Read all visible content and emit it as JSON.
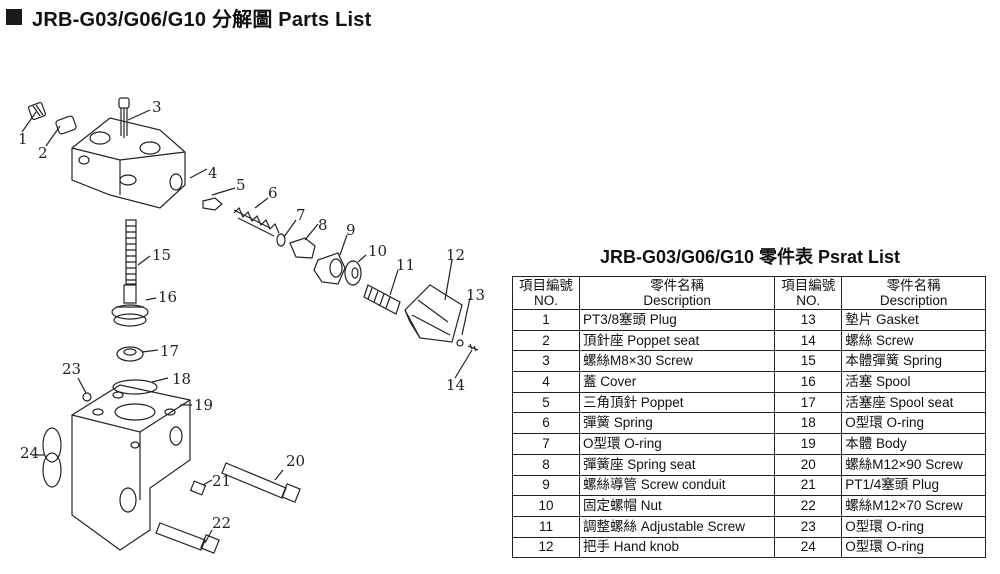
{
  "header": {
    "title": "JRB-G03/G06/G10 分解圖 Parts List"
  },
  "drawing": {
    "callouts": [
      "1",
      "2",
      "3",
      "4",
      "5",
      "6",
      "7",
      "8",
      "9",
      "10",
      "11",
      "12",
      "13",
      "14",
      "15",
      "16",
      "17",
      "18",
      "19",
      "20",
      "21",
      "22",
      "23",
      "24"
    ]
  },
  "table": {
    "title": "JRB-G03/G06/G10 零件表 Psrat List",
    "headers": {
      "no_zh": "項目編號",
      "no_en": "NO.",
      "desc_zh": "零件名稱",
      "desc_en": "Description"
    },
    "rows": [
      {
        "no_l": "1",
        "desc_l": "PT3/8塞頭 Plug",
        "no_r": "13",
        "desc_r": "墊片 Gasket"
      },
      {
        "no_l": "2",
        "desc_l": "頂針座 Poppet seat",
        "no_r": "14",
        "desc_r": "螺絲 Screw"
      },
      {
        "no_l": "3",
        "desc_l": "螺絲M8×30 Screw",
        "no_r": "15",
        "desc_r": "本體彈簧 Spring"
      },
      {
        "no_l": "4",
        "desc_l": "蓋 Cover",
        "no_r": "16",
        "desc_r": "活塞 Spool"
      },
      {
        "no_l": "5",
        "desc_l": "三角頂針 Poppet",
        "no_r": "17",
        "desc_r": "活塞座 Spool seat"
      },
      {
        "no_l": "6",
        "desc_l": "彈簧 Spring",
        "no_r": "18",
        "desc_r": "O型環 O-ring"
      },
      {
        "no_l": "7",
        "desc_l": "O型環 O-ring",
        "no_r": "19",
        "desc_r": "本體 Body"
      },
      {
        "no_l": "8",
        "desc_l": "彈簧座 Spring seat",
        "no_r": "20",
        "desc_r": "螺絲M12×90 Screw"
      },
      {
        "no_l": "9",
        "desc_l": "螺絲導管 Screw conduit",
        "no_r": "21",
        "desc_r": "PT1/4塞頭 Plug"
      },
      {
        "no_l": "10",
        "desc_l": "固定螺帽 Nut",
        "no_r": "22",
        "desc_r": "螺絲M12×70 Screw"
      },
      {
        "no_l": "11",
        "desc_l": "調整螺絲 Adjustable Screw",
        "no_r": "23",
        "desc_r": "O型環 O-ring"
      },
      {
        "no_l": "12",
        "desc_l": "把手 Hand knob",
        "no_r": "24",
        "desc_r": "O型環 O-ring"
      }
    ]
  }
}
